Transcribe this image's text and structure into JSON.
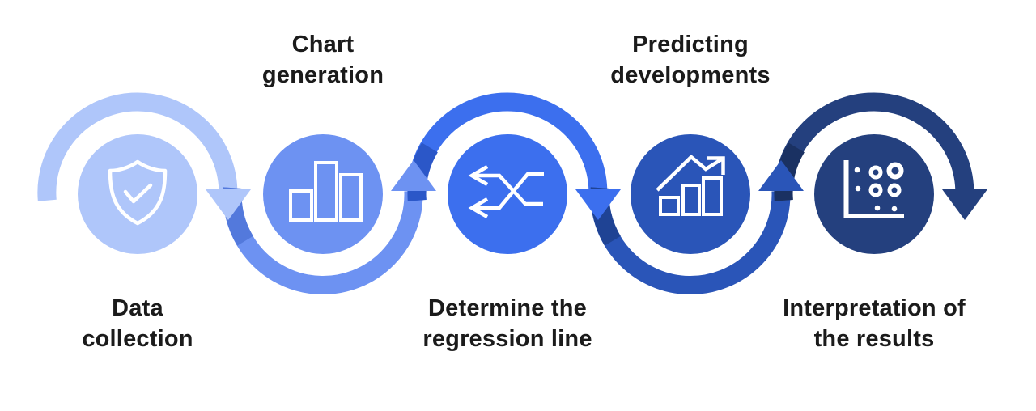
{
  "background_color": "#FFFFFF",
  "text_color": "#1B1B1B",
  "icon_color": "#FFFFFF",
  "diagram_title": "",
  "steps": [
    {
      "id": 1,
      "label": "Data\ncollection",
      "label_position": "below",
      "icon": "shield-check-icon",
      "color": "#AFC6FA",
      "arc_direction": "over",
      "arrow_direction": "down"
    },
    {
      "id": 2,
      "label": "Chart\ngeneration",
      "label_position": "above",
      "icon": "bar-chart-icon",
      "color": "#6D92F2",
      "shadow_color": "#5379DC",
      "arc_direction": "under",
      "arrow_direction": "up"
    },
    {
      "id": 3,
      "label": "Determine the\nregression line",
      "label_position": "below",
      "icon": "swap-arrows-icon",
      "color": "#3C6FEE",
      "shadow_color": "#2B57C8",
      "arc_direction": "over",
      "arrow_direction": "down"
    },
    {
      "id": 4,
      "label": "Predicting\ndevelopments",
      "label_position": "above",
      "icon": "trend-chart-icon",
      "color": "#2A55B8",
      "shadow_color": "#1F4394",
      "arc_direction": "under",
      "arrow_direction": "up"
    },
    {
      "id": 5,
      "label": "Interpretation of\nthe results",
      "label_position": "below",
      "icon": "scatter-plot-icon",
      "color": "#24407E",
      "shadow_color": "#1A3162",
      "arc_direction": "over",
      "arrow_direction": "down"
    }
  ]
}
